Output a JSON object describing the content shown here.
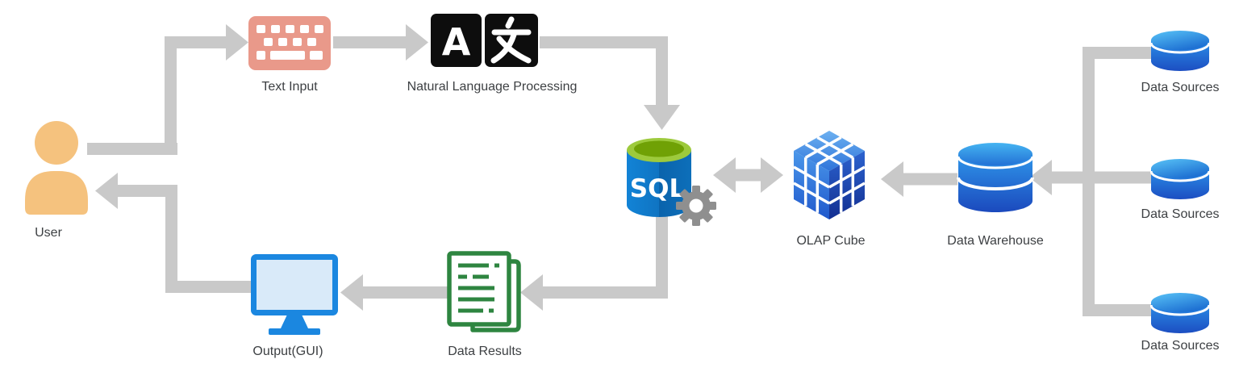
{
  "nodes": {
    "user": {
      "label": "User"
    },
    "text_input": {
      "label": "Text Input"
    },
    "nlp": {
      "label": "Natural Language Processing",
      "icon_letter": "A",
      "icon_cjk": "文"
    },
    "sql_engine": {
      "icon_text": "SQL"
    },
    "olap_cube": {
      "label": "OLAP Cube"
    },
    "data_warehouse": {
      "label": "Data Warehouse"
    },
    "data_source_top": {
      "label": "Data Sources"
    },
    "data_source_middle": {
      "label": "Data Sources"
    },
    "data_source_bottom": {
      "label": "Data Sources"
    },
    "output_gui": {
      "label": "Output(GUI)"
    },
    "data_results": {
      "label": "Data Results"
    }
  },
  "connections": [
    {
      "from": "user",
      "to": "text_input",
      "type": "arrow"
    },
    {
      "from": "text_input",
      "to": "nlp",
      "type": "arrow"
    },
    {
      "from": "nlp",
      "to": "sql_engine",
      "type": "arrow"
    },
    {
      "from": "sql_engine",
      "to": "olap_cube",
      "type": "bidirectional"
    },
    {
      "from": "data_warehouse",
      "to": "olap_cube",
      "type": "arrow"
    },
    {
      "from": "data_source_top",
      "to": "data_warehouse",
      "type": "arrow"
    },
    {
      "from": "data_source_middle",
      "to": "data_warehouse",
      "type": "arrow"
    },
    {
      "from": "data_source_bottom",
      "to": "data_warehouse",
      "type": "arrow"
    },
    {
      "from": "sql_engine",
      "to": "data_results",
      "type": "arrow"
    },
    {
      "from": "data_results",
      "to": "output_gui",
      "type": "arrow"
    },
    {
      "from": "output_gui",
      "to": "user",
      "type": "arrow"
    }
  ],
  "colors": {
    "arrow": "#c9c9c9",
    "label_text": "#3d4043",
    "user_icon": "#f5c27e",
    "keyboard_icon": "#e9998a",
    "nlp_icon": "#0d0d0d",
    "sql_blue": "#0e74c2",
    "sql_green_outer": "#9dca3c",
    "sql_green_inner": "#70a105",
    "gear_gray": "#8f8f8f",
    "monitor_blue": "#1b87e0",
    "monitor_screen": "#d9eaf9",
    "results_green": "#2e8540",
    "cylinder_blue_light": "#45b4f2",
    "cylinder_blue_dark": "#1b49bd",
    "cube_blue": "#2e74da"
  }
}
